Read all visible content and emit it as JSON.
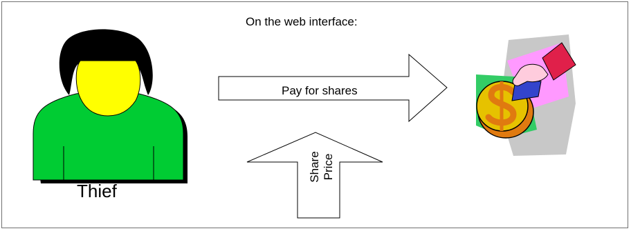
{
  "heading": "On the web interface:",
  "actor": {
    "label": "Thief",
    "icon": "person-icon",
    "colors": {
      "hair": "#000000",
      "face": "#ffff00",
      "body": "#00cc33",
      "shadow": "#000000"
    }
  },
  "arrows": {
    "pay": {
      "label": "Pay for shares",
      "direction": "right"
    },
    "share_price": {
      "line1": "Share",
      "line2": "Price",
      "direction": "up"
    }
  },
  "payment_clipart": {
    "icon": "money-hand-icon",
    "colors": {
      "backdrop_gray": "#c8c8c8",
      "backdrop_pink": "#ff99ff",
      "backdrop_green": "#33cc66",
      "coin_gold": "#e6c200",
      "coin_orange": "#e07a10",
      "sleeve": "#e0204a",
      "bill_blue": "#3344cc"
    }
  }
}
